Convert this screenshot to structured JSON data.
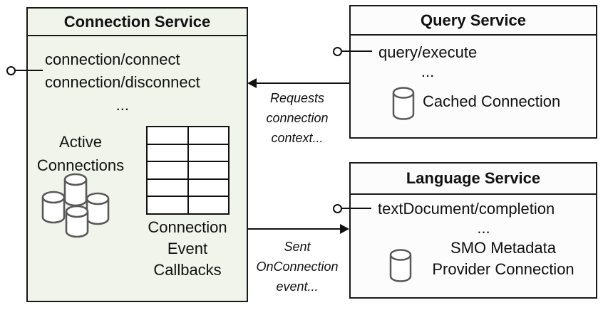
{
  "colors": {
    "box_border": "#1a1a1a",
    "connection_box_fill": "#f1f4ea",
    "service_box_fill": "#fcfcfc",
    "cylinder_stroke": "#595959",
    "arrow_color": "#111111"
  },
  "connection_service": {
    "title": "Connection Service",
    "endpoints": [
      "connection/connect",
      "connection/disconnect"
    ],
    "ellipsis": "...",
    "active_connections": {
      "lines": [
        "Active",
        "Connections"
      ],
      "icon": "database-cluster-icon"
    },
    "callbacks": {
      "lines": [
        "Connection",
        "Event",
        "Callbacks"
      ],
      "icon": "table-grid-icon",
      "table_rows": 5,
      "table_cols": 2
    }
  },
  "query_service": {
    "title": "Query Service",
    "endpoints": [
      "query/execute"
    ],
    "ellipsis": "...",
    "cached_connection_label": "Cached Connection",
    "icon": "database-icon"
  },
  "language_service": {
    "title": "Language Service",
    "endpoints": [
      "textDocument/completion"
    ],
    "ellipsis": "...",
    "provider_connection": {
      "lines": [
        "SMO Metadata",
        "Provider Connection"
      ],
      "icon": "database-icon"
    }
  },
  "relations": {
    "requests_context": {
      "lines": [
        "Requests",
        "connection",
        "context..."
      ],
      "direction": "query-service-to-connection-service"
    },
    "sent_event": {
      "lines": [
        "Sent",
        "OnConnection",
        "event..."
      ],
      "direction": "connection-service-to-language-service"
    }
  }
}
